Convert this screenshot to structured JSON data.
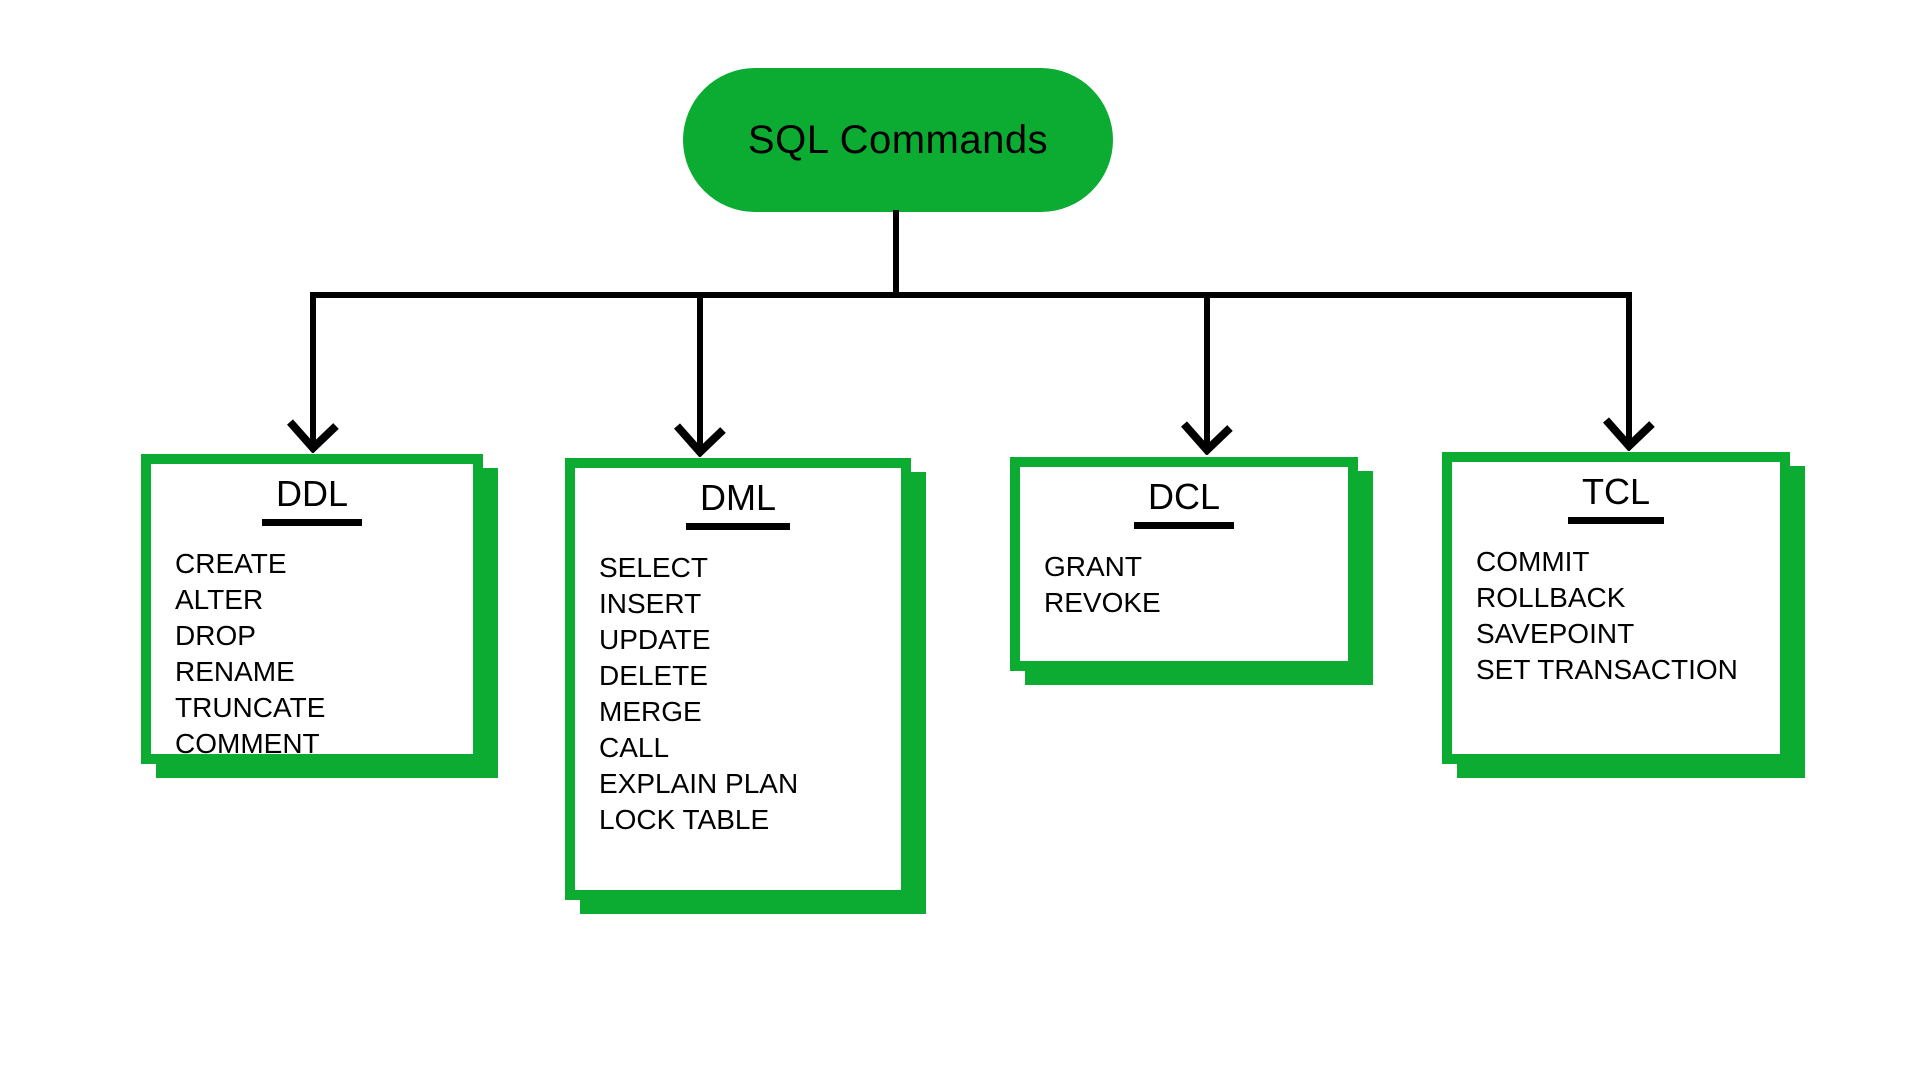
{
  "diagram_title": "SQL Commands",
  "colors": {
    "accent_green": "#0cac32",
    "line_black": "#000000",
    "background": "#ffffff"
  },
  "root": {
    "label": "SQL Commands"
  },
  "branches": [
    {
      "id": "ddl",
      "title": "DDL",
      "items": [
        "CREATE",
        "ALTER",
        "DROP",
        "RENAME",
        "TRUNCATE",
        "COMMENT"
      ]
    },
    {
      "id": "dml",
      "title": "DML",
      "items": [
        "SELECT",
        "INSERT",
        "UPDATE",
        "DELETE",
        "MERGE",
        "CALL",
        "EXPLAIN PLAN",
        "LOCK TABLE"
      ]
    },
    {
      "id": "dcl",
      "title": "DCL",
      "items": [
        "GRANT",
        "REVOKE"
      ]
    },
    {
      "id": "tcl",
      "title": "TCL",
      "items": [
        "COMMIT",
        "ROLLBACK",
        "SAVEPOINT",
        "SET TRANSACTION"
      ]
    }
  ]
}
